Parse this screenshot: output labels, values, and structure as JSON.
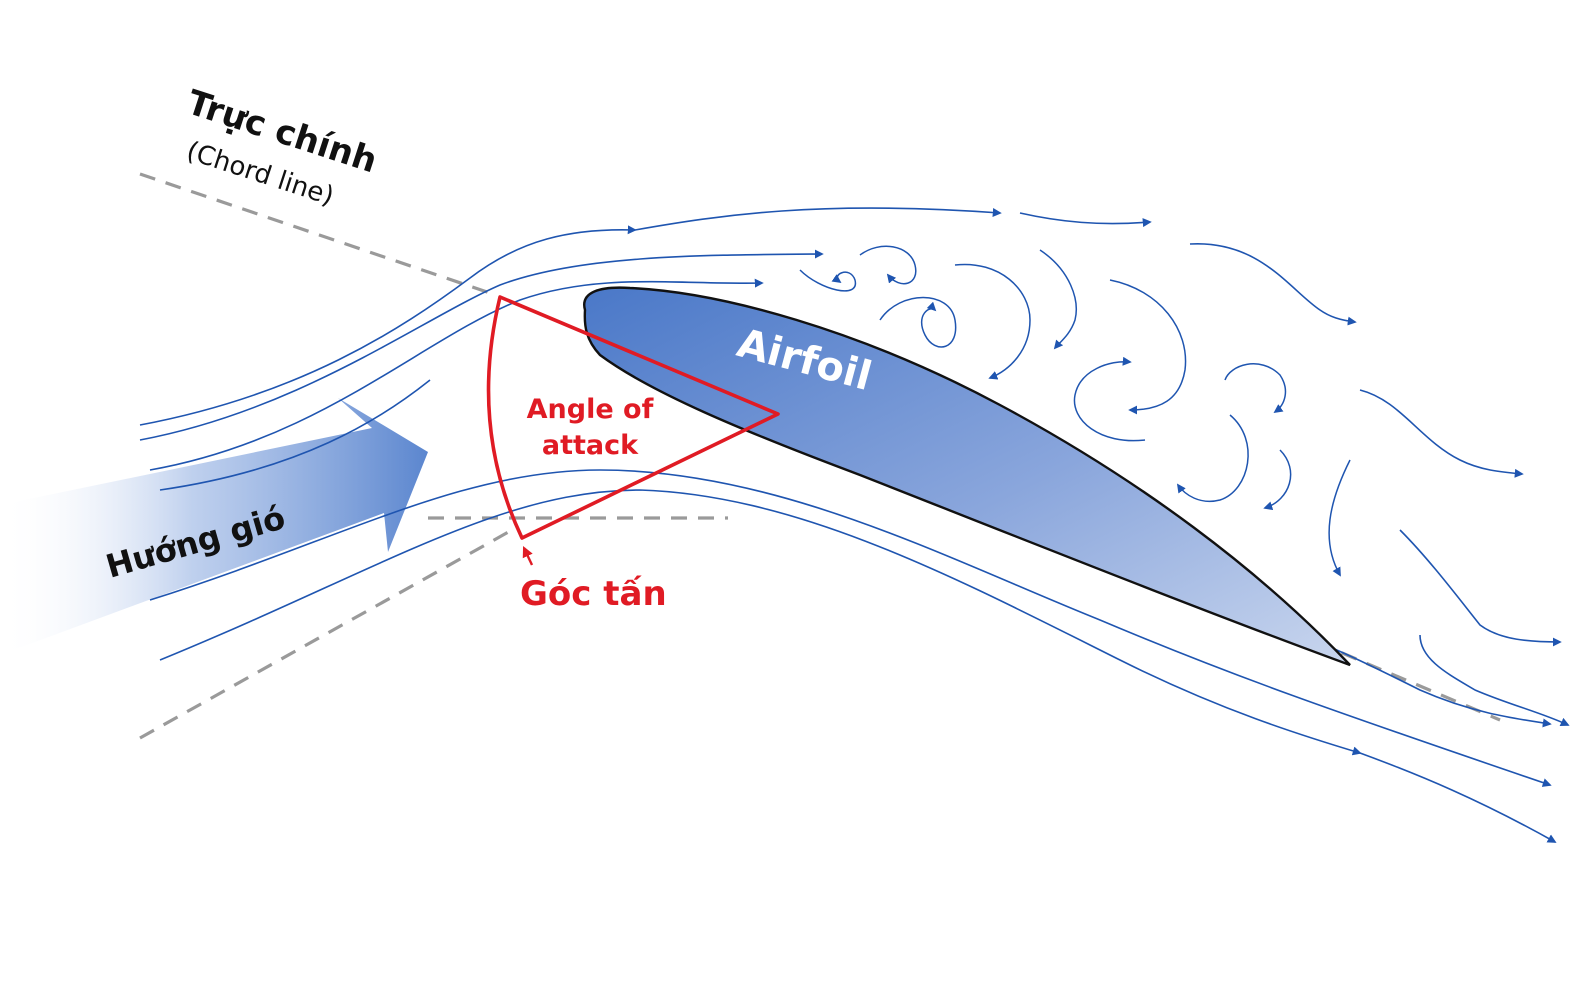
{
  "labels": {
    "chord_line_vi": "Trực chính",
    "chord_line_en": "(Chord line)",
    "wind_direction": "Hướng gió",
    "airfoil": "Airfoil",
    "angle_of_attack_line1": "Angle of",
    "angle_of_attack_line2": "attack",
    "angle_of_attack_vi": "Góc tấn"
  },
  "colors": {
    "streamline": "#1f55b0",
    "angle_marker": "#e01b24",
    "chord_dash": "#9a9a9a",
    "airfoil_fill_top": "#4a78c8",
    "airfoil_fill_bottom": "#c9d6ee",
    "airfoil_outline": "#111111",
    "wind_arrow": "#5b86cf"
  }
}
